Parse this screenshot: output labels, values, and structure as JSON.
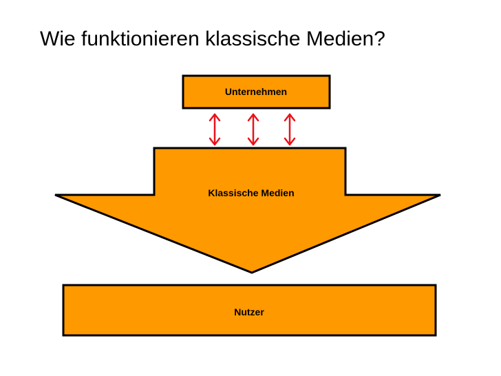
{
  "slide": {
    "title": "Wie funktionieren klassische Medien?"
  },
  "diagram": {
    "top_box_label": "Unternehmen",
    "middle_shape_label": "Klassische Medien",
    "bottom_box_label": "Nutzer",
    "colors": {
      "box_fill": "#ff9900",
      "outline": "#000000",
      "arrow": "#e8121a"
    }
  }
}
